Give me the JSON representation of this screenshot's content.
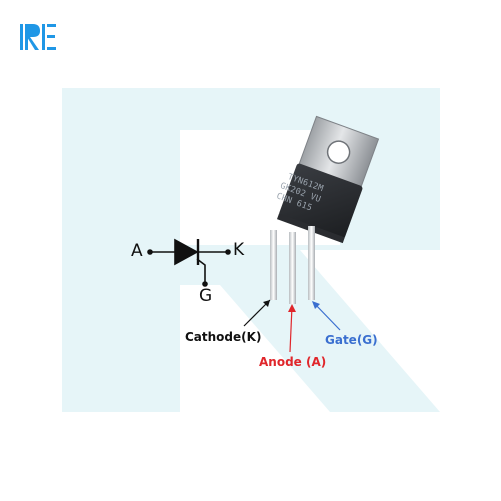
{
  "logo": {
    "text": "RE",
    "color": "#1f97e6"
  },
  "watermark": {
    "color": "#e6f5f8"
  },
  "symbol": {
    "anode_letter": "A",
    "cathode_letter": "K",
    "gate_letter": "G"
  },
  "device": {
    "marking_lines": [
      "TYN612M",
      "GK202 VU",
      "CHN 615"
    ]
  },
  "callouts": {
    "cathode": {
      "text": "Cathode(K)",
      "color": "#111111"
    },
    "anode": {
      "text": "Anode (A)",
      "color": "#e0262b"
    },
    "gate": {
      "text": "Gate(G)",
      "color": "#3a6fd0"
    }
  }
}
